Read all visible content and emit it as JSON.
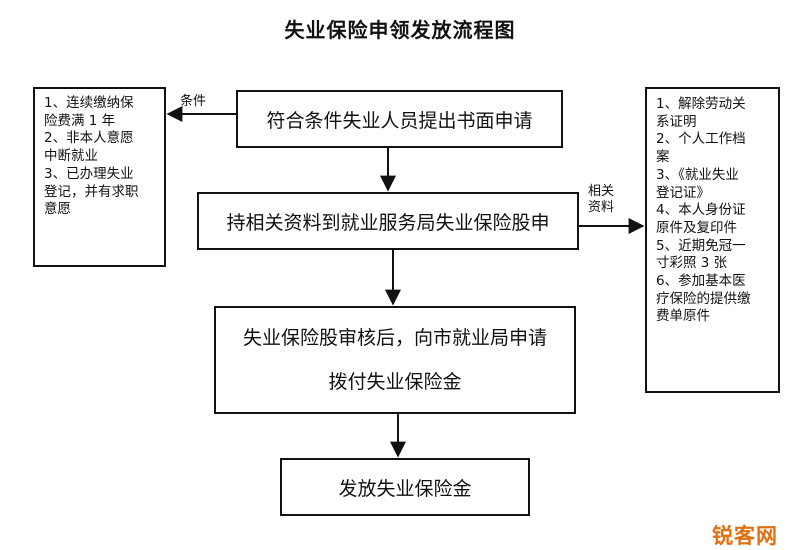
{
  "title": "失业保险申领发放流程图",
  "steps": [
    [
      "符合条件失业人员提出书面申请"
    ],
    [
      "持相关资料到就业服务局失业保险股申"
    ],
    [
      "失业保险股审核后，向市就业局申请",
      "拨付失业保险金"
    ],
    [
      "发放失业保险金"
    ]
  ],
  "conditions_label": "条件",
  "conditions": [
    "1、连续缴纳保",
    "险费满 1 年",
    "2、非本人意愿",
    "中断就业",
    "3、已办理失业",
    "登记，并有求职",
    "意愿"
  ],
  "materials_label": [
    "相关",
    "资料"
  ],
  "materials": [
    "1、解除劳动关",
    "系证明",
    "2、个人工作档",
    "案",
    "3、《就业失业",
    "登记证》",
    "4、本人身份证",
    "原件及复印件",
    "5、近期免冠一",
    "寸彩照 3 张",
    "6、参加基本医",
    "疗保险的提供缴",
    "费单原件"
  ],
  "watermark": "锐客网"
}
